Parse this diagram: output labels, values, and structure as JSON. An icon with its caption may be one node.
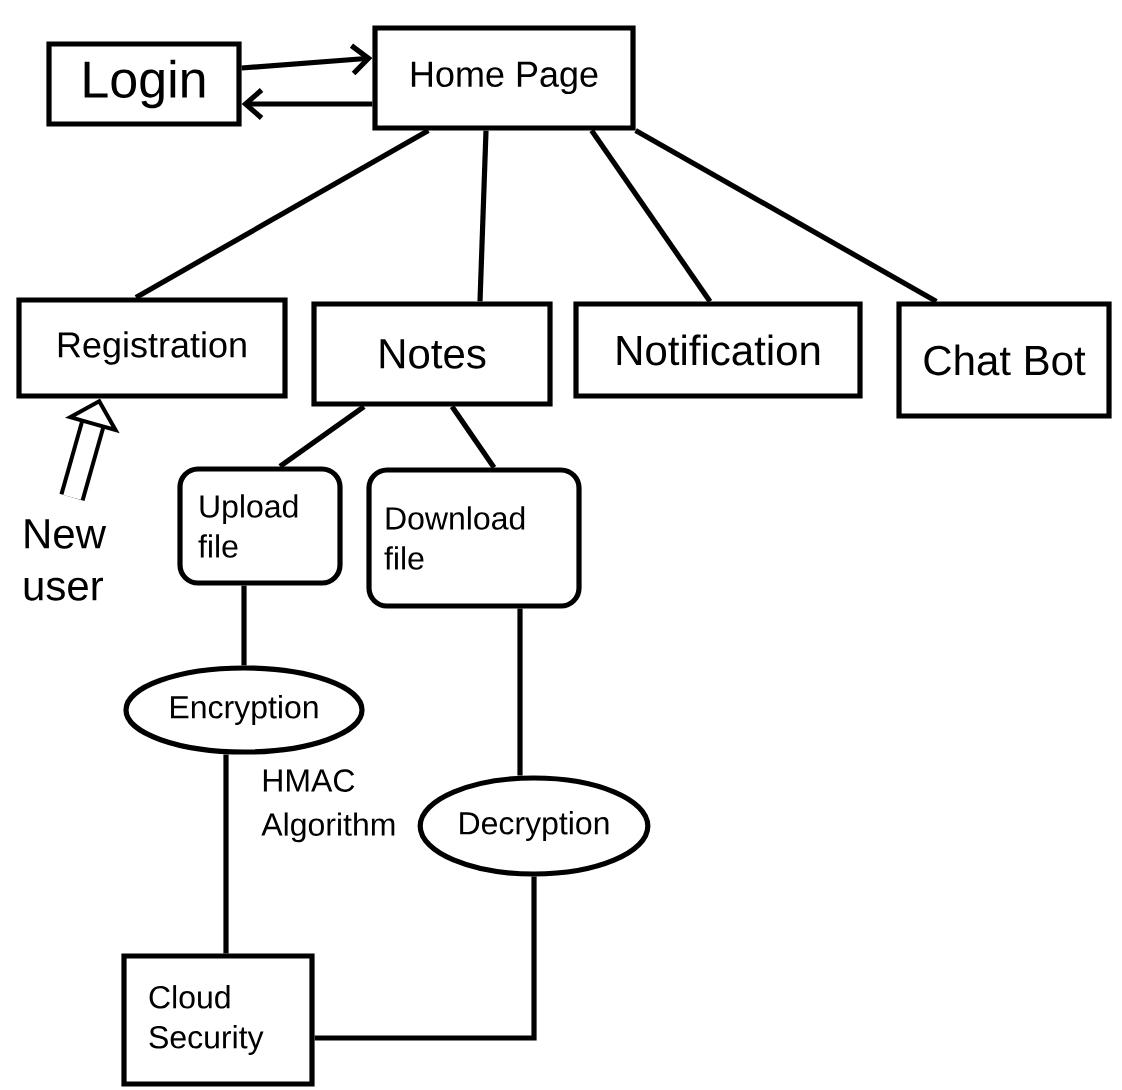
{
  "diagram": {
    "nodes": [
      {
        "text": [
          "Login"
        ]
      },
      {
        "text": [
          "Home Page"
        ]
      },
      {
        "text": [
          "Registration"
        ]
      },
      {
        "text": [
          "Notes"
        ]
      },
      {
        "text": [
          "Notification"
        ]
      },
      {
        "text": [
          "Chat Bot"
        ]
      },
      {
        "text": [
          "Upload file"
        ]
      },
      {
        "text": [
          "Download file"
        ]
      },
      {
        "text": [
          "Encryption"
        ]
      },
      {
        "text": [
          "Decryption"
        ]
      },
      {
        "text": [
          "Cloud Security"
        ]
      },
      {
        "text": [
          "New user"
        ]
      }
    ],
    "edges": [
      {
        "from": 0,
        "to": 1,
        "arrow": "to"
      },
      {
        "from": 1,
        "to": 0,
        "arrow": "to"
      },
      {
        "from": 1,
        "to": 2,
        "arrow": "none"
      },
      {
        "from": 1,
        "to": 3,
        "arrow": "none"
      },
      {
        "from": 1,
        "to": 4,
        "arrow": "none"
      },
      {
        "from": 1,
        "to": 5,
        "arrow": "none"
      },
      {
        "from": 3,
        "to": 6,
        "arrow": "none"
      },
      {
        "from": 3,
        "to": 7,
        "arrow": "none"
      },
      {
        "from": 6,
        "to": 8,
        "arrow": "none"
      },
      {
        "from": 8,
        "to": 10,
        "arrow": "none",
        "label": "HMAC Algorithm"
      },
      {
        "from": 7,
        "to": 9,
        "arrow": "none"
      },
      {
        "from": 9,
        "to": 10,
        "arrow": "none"
      },
      {
        "from": 11,
        "to": 2,
        "arrow": "to",
        "style": "thick"
      }
    ]
  }
}
